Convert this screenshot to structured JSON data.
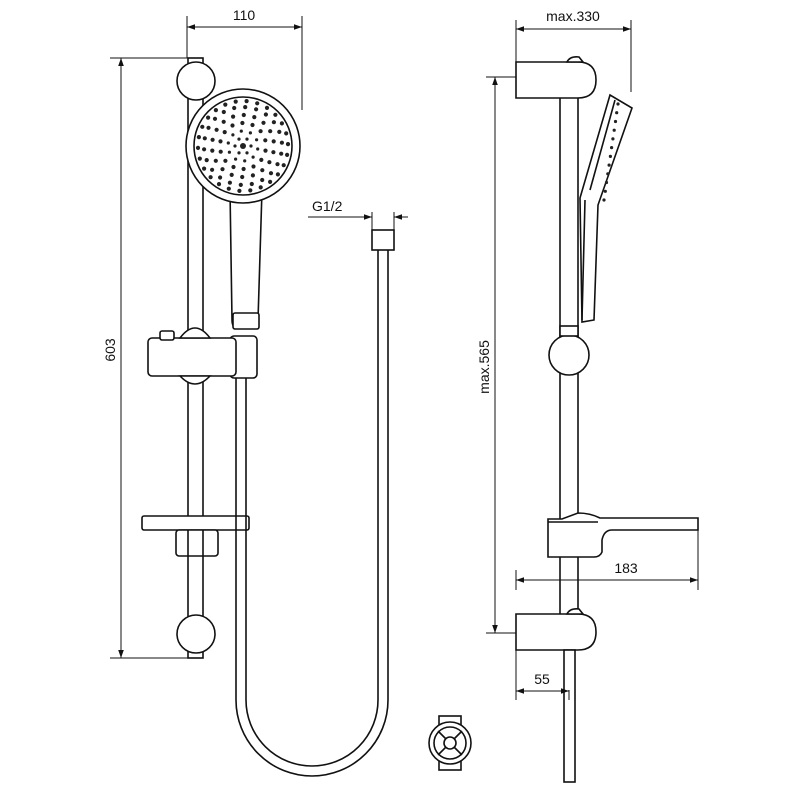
{
  "dimensions": {
    "front_width": "110",
    "front_height": "603",
    "hose_thread": "G1/2",
    "side_width": "max.330",
    "side_height": "max.565",
    "shelf_depth": "183",
    "wall_offset": "55"
  },
  "colors": {
    "line": "#111111",
    "background": "#ffffff"
  }
}
